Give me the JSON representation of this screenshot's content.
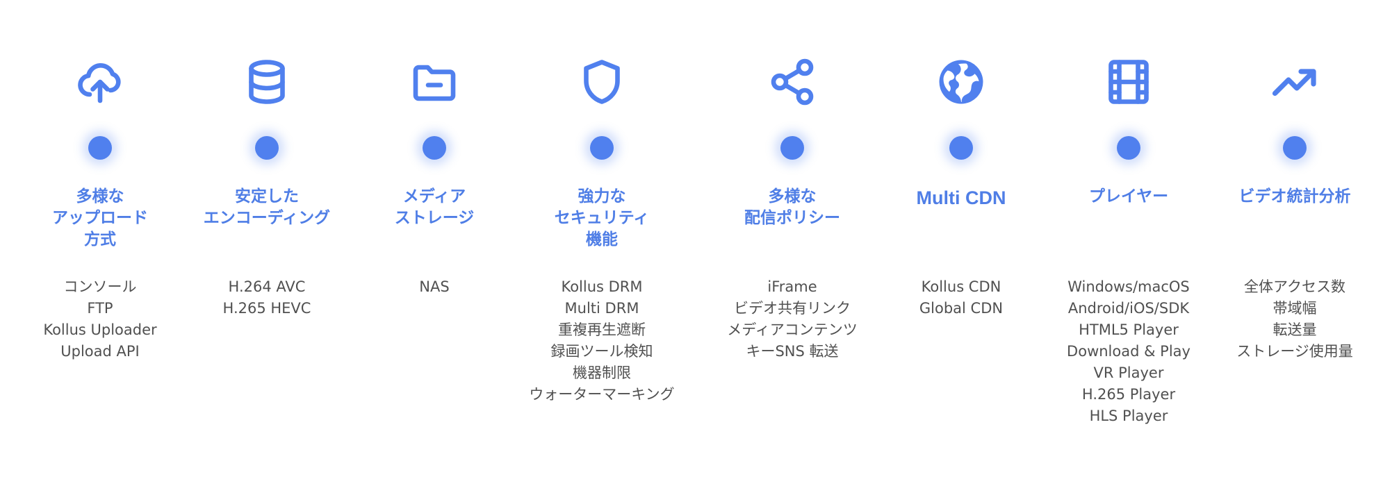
{
  "colors": {
    "accent": "#4f7ee6",
    "dot": "#5080ee",
    "text": "#505050"
  },
  "steps": [
    {
      "icon": "cloud-upload-icon",
      "title": "多様な\nアップロード\n方式",
      "items": [
        "コンソール",
        "FTP",
        "Kollus Uploader",
        "Upload API"
      ]
    },
    {
      "icon": "database-icon",
      "title": "安定した\nエンコーディング",
      "items": [
        "H.264 AVC",
        "H.265 HEVC"
      ]
    },
    {
      "icon": "folder-icon",
      "title": "メディア\nストレージ",
      "items": [
        "NAS"
      ]
    },
    {
      "icon": "shield-icon",
      "title": "強力な\nセキュリティ\n機能",
      "items": [
        "Kollus DRM",
        "Multi DRM",
        "重複再生遮断",
        "録画ツール検知",
        "機器制限",
        "ウォーターマーキング"
      ]
    },
    {
      "icon": "share-icon",
      "title": "多様な\n配信ポリシー",
      "items": [
        "iFrame",
        "ビデオ共有リンク",
        "メディアコンテンツ",
        "キーSNS 転送"
      ]
    },
    {
      "icon": "globe-icon",
      "title": "Multi CDN",
      "items": [
        "Kollus CDN",
        "Global CDN"
      ]
    },
    {
      "icon": "film-icon",
      "title": "プレイヤー",
      "items": [
        "Windows/macOS",
        "Android/iOS/SDK",
        "HTML5 Player",
        "Download & Play",
        "VR Player",
        "H.265 Player",
        "HLS Player"
      ]
    },
    {
      "icon": "trending-up-icon",
      "title": "ビデオ統計分析",
      "items": [
        "全体アクセス数",
        "帯域幅",
        "転送量",
        "ストレージ使用量"
      ]
    }
  ]
}
